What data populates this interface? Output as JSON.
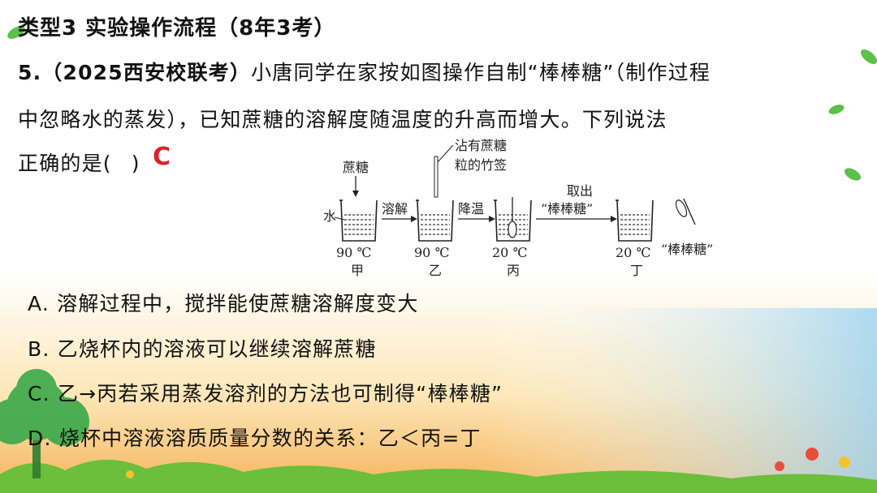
{
  "section_title": "类型3 实验操作流程（8年3考）",
  "question": {
    "number": "5.",
    "source": "（2025西安校联考）",
    "line1_text": "小唐同学在家按如图操作自制“棒棒糖”（制作过程",
    "line2_text": "中忽略水的蒸发），已知蔗糖的溶解度随温度的升高而增大。下列说法",
    "line3_text": "正确的是(",
    "line3_close": ")",
    "answer": "C"
  },
  "diagram": {
    "sugar_label": "蔗糖",
    "stick_label_1": "沾有蔗糖",
    "stick_label_2": "粒的竹签",
    "water_label": "水",
    "step1": "溶解",
    "step2": "降温",
    "step3_line1": "取出",
    "step3_line2": "“棒棒糖”",
    "beakers": [
      {
        "temp": "90 ℃",
        "name": "甲"
      },
      {
        "temp": "90 ℃",
        "name": "乙"
      },
      {
        "temp": "20 ℃",
        "name": "丙"
      },
      {
        "temp": "20 ℃",
        "name": "丁"
      }
    ],
    "lollipop_label": "“棒棒糖”"
  },
  "options": {
    "A": "A. 溶解过程中，搅拌能使蔗糖溶解度变大",
    "B": "B. 乙烧杯内的溶液可以继续溶解蔗糖",
    "C": "C. 乙→丙若采用蒸发溶剂的方法也可制得“棒棒糖”",
    "D": "D. 烧杯中溶液溶质质量分数的关系：乙＜丙=丁"
  },
  "colors": {
    "answer": "#e0202a",
    "bg_top": "#ffffff",
    "bg_bottom_left": "#f3a640",
    "bg_bottom_right": "#7fc6ec"
  }
}
